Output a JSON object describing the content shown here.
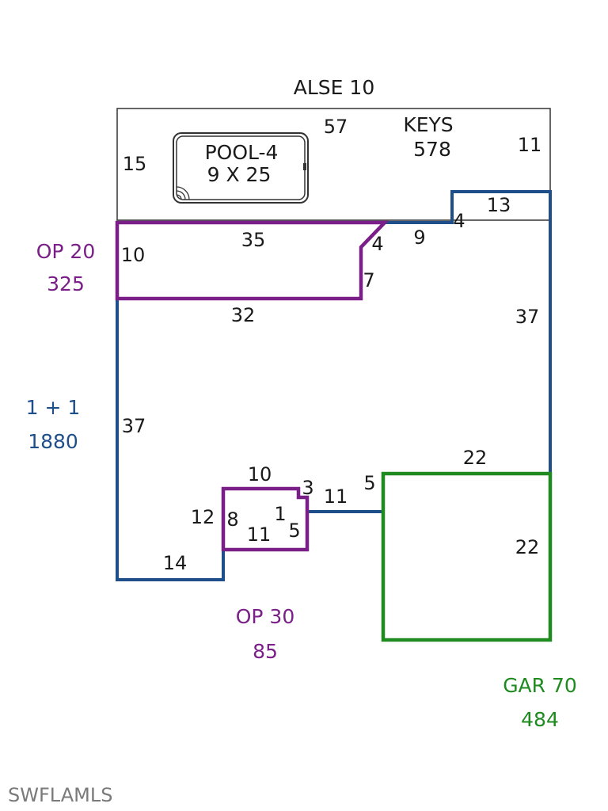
{
  "colors": {
    "main": "#1f4f8a",
    "porch": "#7a1e88",
    "garage": "#1f8a1f",
    "outline": "#333333",
    "text": "#1a1a1a",
    "watermark": "#7a7a7a"
  },
  "areas": {
    "alse": {
      "label": "ALSE 10"
    },
    "keys": {
      "name": "KEYS",
      "value": "578"
    },
    "pool": {
      "name": "POOL-4",
      "size": "9 X 25"
    },
    "op20": {
      "name": "OP 20",
      "value": "325"
    },
    "main": {
      "name": "1 + 1",
      "value": "1880"
    },
    "op30": {
      "name": "OP 30",
      "value": "85"
    },
    "garage": {
      "name": "GAR 70",
      "value": "484"
    }
  },
  "dimensions": {
    "d57": "57",
    "d15": "15",
    "d11_top": "11",
    "d13": "13",
    "d4_step": "4",
    "d9": "9",
    "d4_diag": "4",
    "d35": "35",
    "d10_op": "10",
    "d7": "7",
    "d32": "32",
    "d37_right": "37",
    "d37_left": "37",
    "d22_top": "22",
    "d22_right": "22",
    "d5": "5",
    "d11_mid": "11",
    "d10_op30": "10",
    "d3": "3",
    "d12": "12",
    "d8": "8",
    "d1": "1",
    "d5_op30": "5",
    "d11_op30": "11",
    "d14": "14"
  },
  "watermark": "SWFLAMLS"
}
